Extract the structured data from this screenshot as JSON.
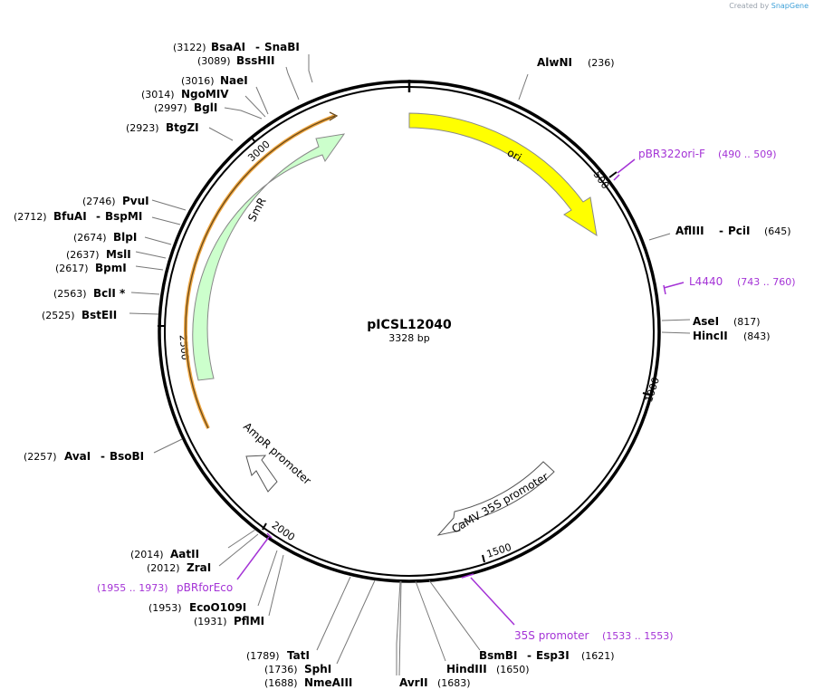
{
  "brand": {
    "prefix": "Created by",
    "name": "SnapGene"
  },
  "plasmid": {
    "name": "pICSL12040",
    "length_label": "3328 bp",
    "length": 3328
  },
  "ticks": [
    "500",
    "1000",
    "1500",
    "2000",
    "2500",
    "3000"
  ],
  "features": [
    {
      "name": "ori",
      "color": "#ffff00",
      "direction": "forward"
    },
    {
      "name": "CaMV 35S promoter",
      "color": "#ffffff",
      "direction": "reverse"
    },
    {
      "name": "AmpR promoter",
      "color": "#ffffff",
      "direction": "reverse"
    },
    {
      "name": "SmR",
      "color": "#ccffcc",
      "direction": "forward"
    }
  ],
  "enzymes": [
    {
      "name": "BsaAI",
      "name2": "SnaBI",
      "pos": "(3122)"
    },
    {
      "name": "BssHII",
      "pos": "(3089)"
    },
    {
      "name": "NaeI",
      "pos": "(3016)"
    },
    {
      "name": "NgoMIV",
      "pos": "(3014)"
    },
    {
      "name": "BglI",
      "pos": "(2997)"
    },
    {
      "name": "BtgZI",
      "pos": "(2923)"
    },
    {
      "name": "PvuI",
      "pos": "(2746)"
    },
    {
      "name": "BfuAI",
      "name2": "BspMI",
      "pos": "(2712)"
    },
    {
      "name": "BlpI",
      "pos": "(2674)"
    },
    {
      "name": "MslI",
      "pos": "(2637)"
    },
    {
      "name": "BpmI",
      "pos": "(2617)"
    },
    {
      "name": "BclI *",
      "pos": "(2563)"
    },
    {
      "name": "BstEII",
      "pos": "(2525)"
    },
    {
      "name": "AvaI",
      "name2": "BsoBI",
      "pos": "(2257)"
    },
    {
      "name": "AatII",
      "pos": "(2014)"
    },
    {
      "name": "ZraI",
      "pos": "(2012)"
    },
    {
      "name": "EcoO109I",
      "pos": "(1953)"
    },
    {
      "name": "PflMI",
      "pos": "(1931)"
    },
    {
      "name": "TatI",
      "pos": "(1789)"
    },
    {
      "name": "SphI",
      "pos": "(1736)"
    },
    {
      "name": "NmeAIII",
      "pos": "(1688)"
    },
    {
      "name": "AvrII",
      "pos": "(1683)"
    },
    {
      "name": "HindIII",
      "pos": "(1650)"
    },
    {
      "name": "BsmBI",
      "name2": "Esp3I",
      "pos": "(1621)"
    },
    {
      "name": "AlwNI",
      "pos": "(236)"
    },
    {
      "name": "AflIII",
      "name2": "PciI",
      "pos": "(645)"
    },
    {
      "name": "AseI",
      "pos": "(817)"
    },
    {
      "name": "HincII",
      "pos": "(843)"
    }
  ],
  "primers": [
    {
      "name": "pBR322ori-F",
      "range": "(490 .. 509)"
    },
    {
      "name": "L4440",
      "range": "(743 .. 760)"
    },
    {
      "name": "35S promoter",
      "range": "(1533 .. 1553)"
    },
    {
      "name": "pBRforEco",
      "range": "(1955 .. 1973)"
    }
  ],
  "colors": {
    "primer": "#a433d6",
    "orf_outline": "#f0a030",
    "backbone": "#000000"
  }
}
